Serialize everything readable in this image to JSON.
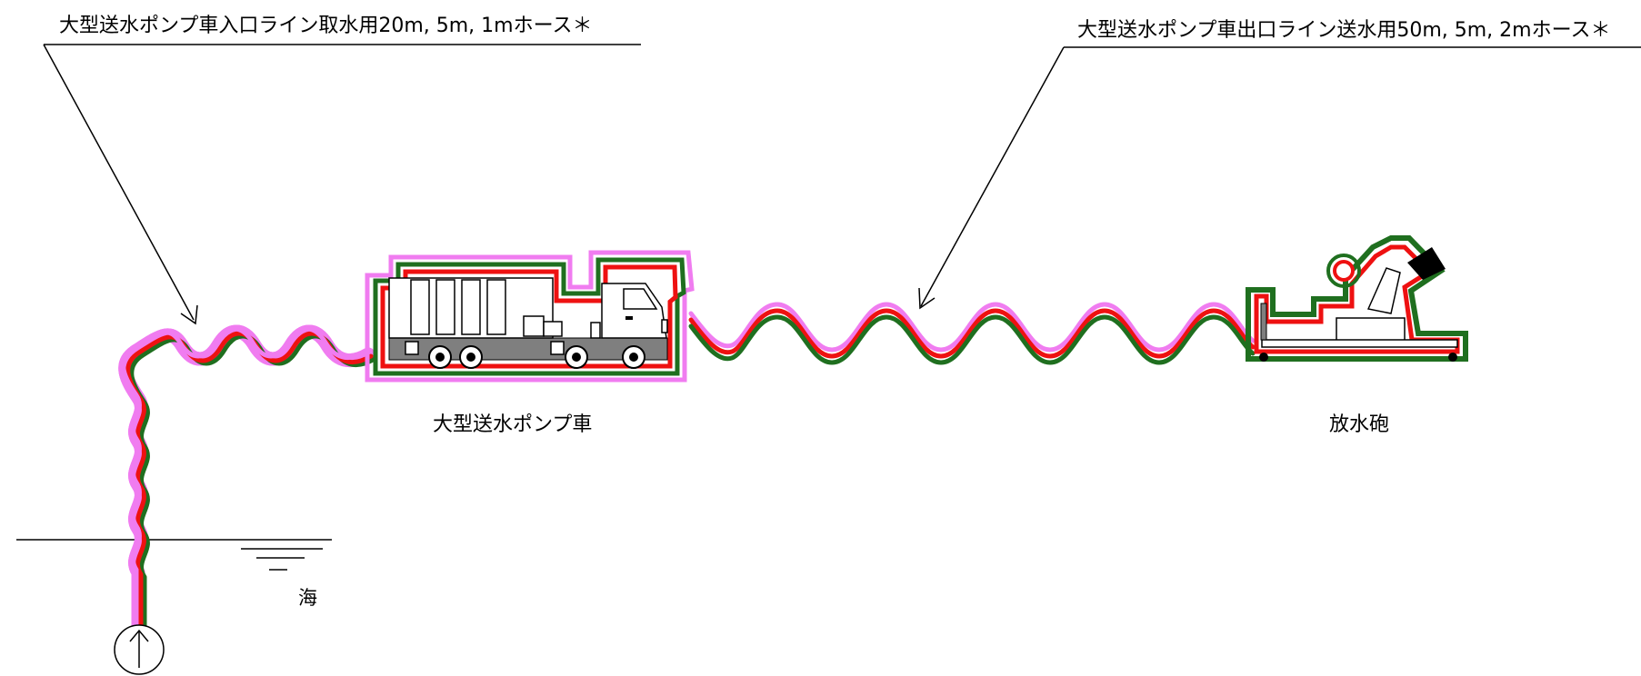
{
  "callouts": {
    "inlet": "大型送水ポンプ車入口ライン取水用20m, 5m, 1mホース＊",
    "outlet": "大型送水ポンプ車出口ライン送水用50m, 5m, 2mホース＊"
  },
  "equipment": {
    "pump_truck": "大型送水ポンプ車",
    "water_cannon": "放水砲"
  },
  "sea_label": "海",
  "colors": {
    "outer_hose": "#f07cf0",
    "middle_hose": "#1f6f1f",
    "inner_hose": "#ee1111",
    "truck_body": "#7f7f7f",
    "outline": "#000000"
  },
  "icons": {
    "intake_arrow": "up-arrow-circle-icon"
  }
}
